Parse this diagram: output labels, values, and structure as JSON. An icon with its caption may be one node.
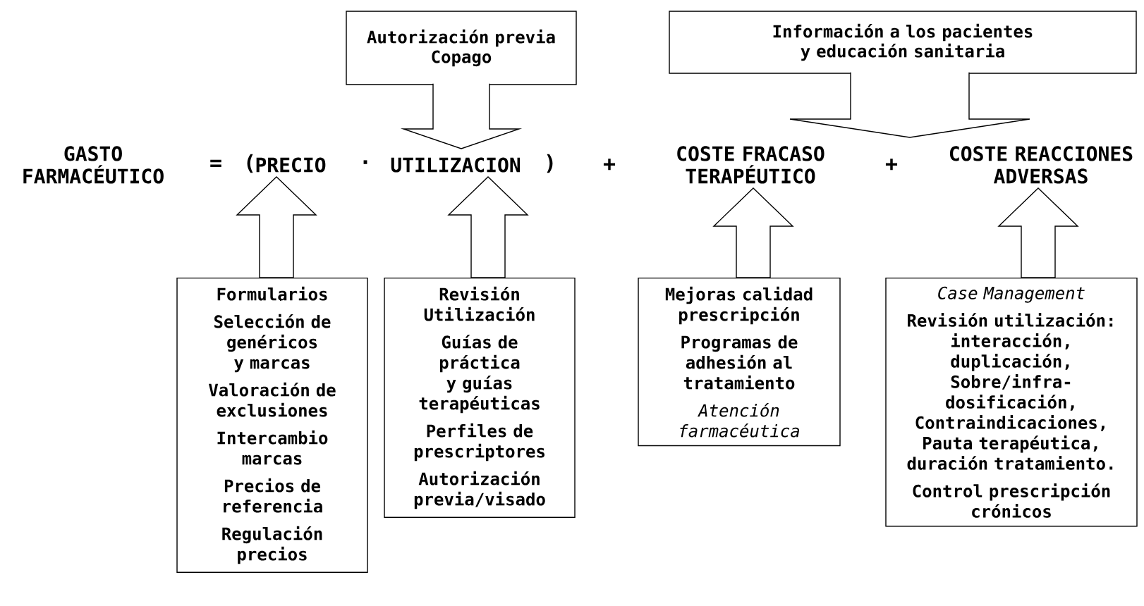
{
  "diagram": {
    "nodes": [
      {
        "text": [
          "Autorización previa",
          "Copago"
        ]
      },
      {
        "text": [
          "Información a los pacientes y educación sanitaria"
        ]
      },
      {
        "text": [
          "GASTO FARMACÉUTICO"
        ]
      },
      {
        "text": [
          "PRECIO"
        ]
      },
      {
        "text": [
          "UTILIZACION"
        ]
      },
      {
        "text": [
          "COSTE FRACASO TERAPÉUTICO"
        ]
      },
      {
        "text": [
          "COSTE REACCIONES ADVERSAS"
        ]
      },
      {
        "text": [
          "Formularios",
          "Selección de genéricos y marcas",
          "Valoración de exclusiones",
          "Intercambio marcas",
          "Precios de referencia",
          "Regulación precios"
        ]
      },
      {
        "text": [
          "Revisión Utilización",
          "Guías de práctica y guías terapéuticas",
          "Perfiles de prescriptores",
          "Autorización previa/visado"
        ]
      },
      {
        "text": [
          "Mejoras calidad prescripción",
          "Programas de adhesión al tratamiento",
          "Atención farmacéutica"
        ]
      },
      {
        "text": [
          "Case Management",
          "Revisión utilización: interacción, duplicación, Sobre/infra-dosificación, Contraindicaciones, Pauta terapéutica, duración tratamiento.",
          "Control prescripción crónicos"
        ]
      }
    ],
    "edges": [
      {
        "from": 0,
        "to": 4,
        "arrow": "to"
      },
      {
        "from": 1,
        "to": 5,
        "arrow": "to"
      },
      {
        "from": 1,
        "to": 6,
        "arrow": "to"
      },
      {
        "from": 7,
        "to": 3,
        "arrow": "to"
      },
      {
        "from": 8,
        "to": 4,
        "arrow": "to"
      },
      {
        "from": 9,
        "to": 5,
        "arrow": "to"
      },
      {
        "from": 10,
        "to": 6,
        "arrow": "to"
      }
    ],
    "labels": [
      "=",
      "(",
      "·",
      ")",
      "+",
      "+"
    ]
  }
}
